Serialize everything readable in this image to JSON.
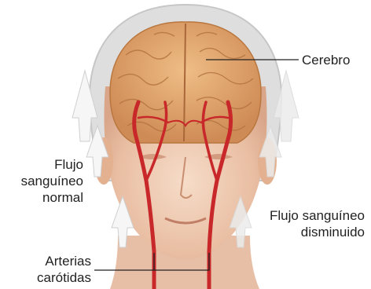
{
  "labels": {
    "cerebro": "Cerebro",
    "flujo_normal": [
      "Flujo",
      "sanguíneo",
      "normal"
    ],
    "flujo_disminuido": [
      "Flujo sanguíneo",
      "disminuido"
    ],
    "arterias": [
      "Arterias",
      "carótidas"
    ]
  },
  "colors": {
    "skin": "#efcab2",
    "brain": "#e6a86c",
    "artery": "#c8282a",
    "skull": "#c9c9c9",
    "arrow": "#f2f2f2"
  }
}
